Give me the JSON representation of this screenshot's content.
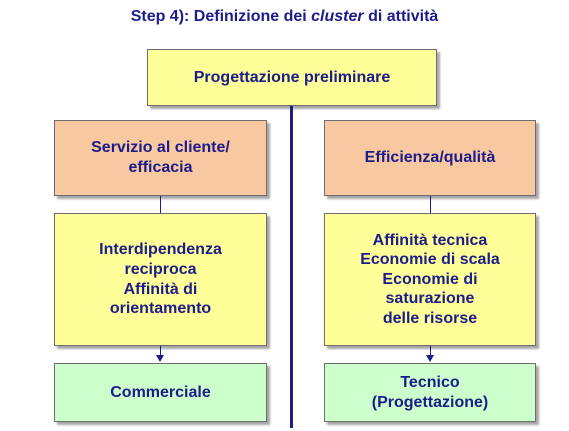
{
  "title": {
    "prefix": "Step 4):   Definizione dei ",
    "emphasis": "cluster",
    "suffix": " di attività"
  },
  "top_box": "Progettazione preliminare",
  "left": {
    "head": [
      "Servizio al cliente/",
      "efficacia"
    ],
    "mid": [
      "Interdipendenza",
      "reciproca",
      "Affinità di",
      "orientamento"
    ],
    "bottom": "Commerciale"
  },
  "right": {
    "head": "Efficienza/qualità",
    "mid": [
      "Affinità tecnica",
      "Economie di scala",
      "Economie di",
      "saturazione",
      "delle risorse"
    ],
    "bottom": [
      "Tecnico",
      "(Progettazione)"
    ]
  },
  "colors": {
    "text": "#1c1c8a",
    "yellow_box": "#ffff99",
    "orange_box": "#f8c8a0",
    "green_box": "#ccffcc"
  }
}
